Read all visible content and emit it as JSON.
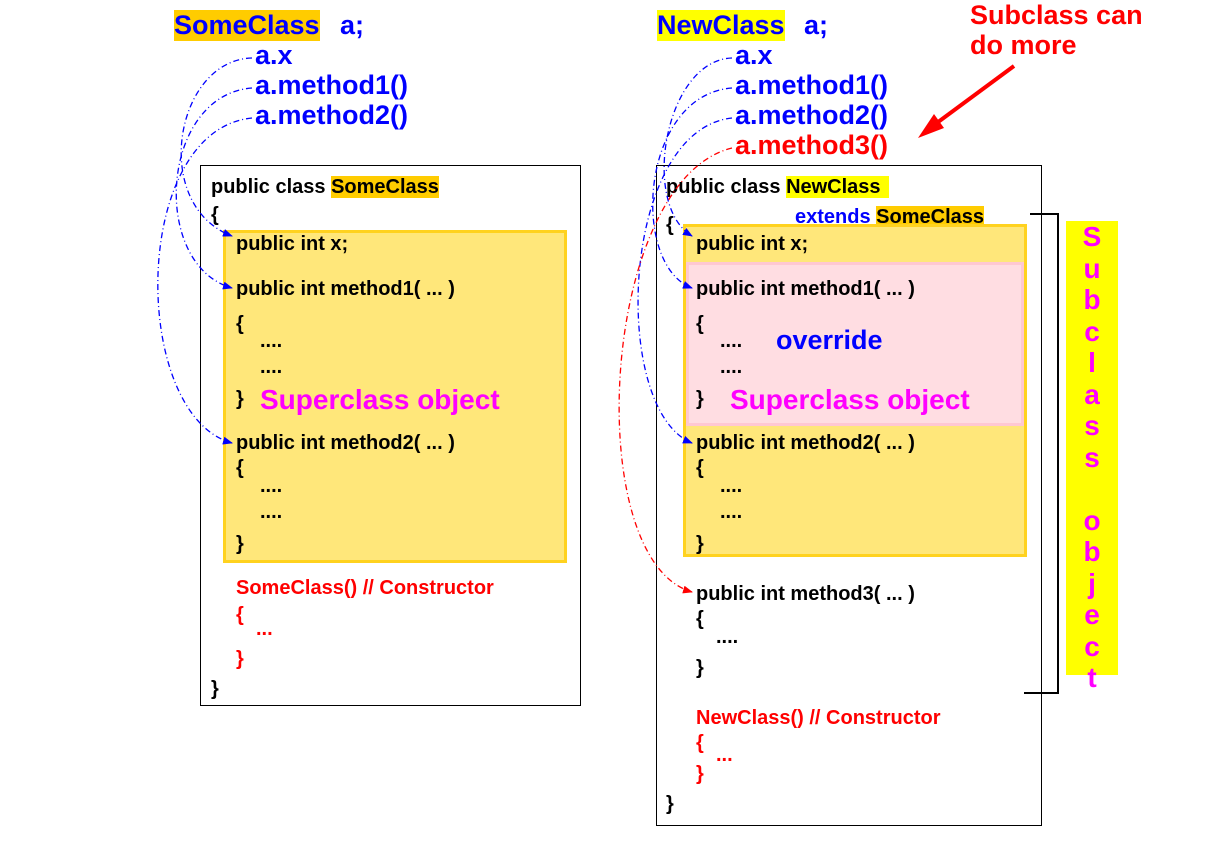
{
  "left": {
    "decl_type": "SomeClass",
    "decl_var": " a;",
    "access": [
      "a.x",
      "a.method1()",
      "a.method2()"
    ],
    "class_header_prefix": "public class ",
    "class_name": "SomeClass",
    "open_brace": "{",
    "field": "public  int x;",
    "method1_sig": "public int method1( ... )",
    "brace_open": "{",
    "dots": "....",
    "brace_close": "}",
    "object_label": "Superclass object",
    "method2_sig": "public int method2( ... )",
    "constructor": "SomeClass() // Constructor",
    "ctor_open": "{",
    "ctor_dots": "...",
    "ctor_close": "}",
    "close_brace": "}"
  },
  "right": {
    "decl_type": "NewClass",
    "decl_var": " a;",
    "access": [
      "a.x",
      "a.method1()",
      "a.method2()",
      "a.method3()"
    ],
    "note": [
      "Subclass can",
      "do more"
    ],
    "class_header_prefix": "public class ",
    "class_name": "NewClass",
    "extends_kw": "extends",
    "super_name": "SomeClass",
    "open_brace": "{",
    "field": "public  int x;",
    "method1_sig": "public int method1( ... )",
    "brace_open": "{",
    "dots": "....",
    "brace_close": "}",
    "override_label": "override",
    "object_label": "Superclass object",
    "method2_sig": "public int method2( ... )",
    "method3_sig": "public int method3( ... )",
    "constructor": "NewClass() // Constructor",
    "ctor_open": "{",
    "ctor_dots": "...",
    "ctor_close": "}",
    "close_brace": "}",
    "subclass_label_letters": [
      "S",
      "u",
      "b",
      "c",
      "l",
      "a",
      "s",
      "s",
      "",
      "o",
      "b",
      "j",
      "e",
      "c",
      "t"
    ]
  },
  "colors": {
    "highlight_gold": "#ffcc00",
    "highlight_yellow": "#ffff00",
    "object_fill": "#ffe77a",
    "override_fill": "#ffdde2",
    "label_magenta": "#ff00ff",
    "access_blue": "#0000ff",
    "access_red": "#ff0000"
  }
}
